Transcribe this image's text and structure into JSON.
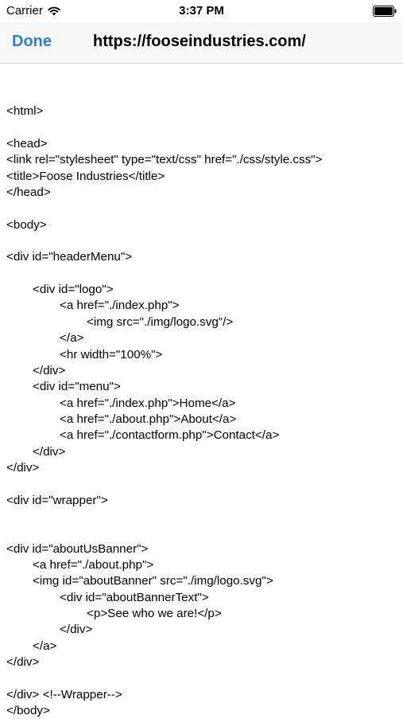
{
  "status_bar": {
    "carrier": "Carrier",
    "time": "3:37 PM",
    "wifi_icon": "wifi-icon",
    "battery_icon": "battery-icon"
  },
  "nav_bar": {
    "done_label": "Done",
    "title": "https://fooseindustries.com/"
  },
  "source_lines": [
    "",
    "<html>",
    "",
    "<head>",
    "<link rel=\"stylesheet\" type=\"text/css\" href=\"./css/style.css\">",
    "<title>Foose Industries</title>",
    "</head>",
    "",
    "<body>",
    "",
    "<div id=\"headerMenu\">",
    "",
    "<div id=\"logo\">",
    "<a href=\"./index.php\">",
    "<img src=\"./img/logo.svg\"/>",
    "</a>",
    "<hr width=\"100%\">",
    "</div>",
    "<div id=\"menu\">",
    "<a href=\"./index.php\">Home</a>",
    "<a href=\"./about.php\">About</a>",
    "<a href=\"./contactform.php\">Contact</a>",
    "</div>",
    "</div>",
    "",
    "<div id=\"wrapper\">",
    "",
    "",
    "<div id=\"aboutUsBanner\">",
    "<a href=\"./about.php\">",
    "<img id=\"aboutBanner\" src=\"./img/logo.svg\">",
    "<div id=\"aboutBannerText\">",
    "<p>See who we are!</p>",
    "</div>",
    "</a>",
    "</div>",
    "",
    "</div> <!--Wrapper-->",
    "</body>"
  ]
}
